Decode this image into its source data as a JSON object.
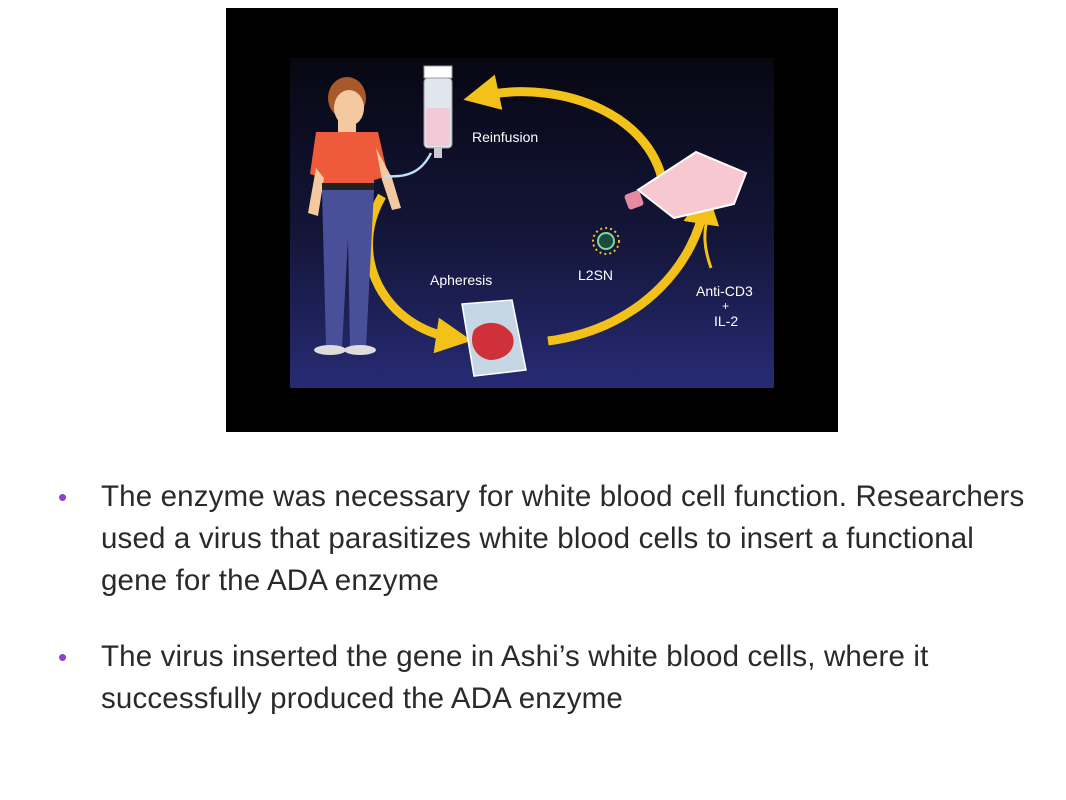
{
  "colors": {
    "bullet": "#8b3fd6",
    "arrow": "#f2c21b",
    "panel_bg": "#1b1d4e",
    "frame": "#000000"
  },
  "figure": {
    "labels": {
      "reinfusion": "Reinfusion",
      "apheresis": "Apheresis",
      "virus": "L2SN",
      "anti_cd3": "Anti-CD3",
      "plus": "+",
      "il2": "IL-2"
    }
  },
  "bullets": [
    {
      "text": "The enzyme was necessary for white blood cell function. Researchers used a virus that parasitizes white blood cells to insert a functional gene for the ADA enzyme"
    },
    {
      "text": "The virus inserted the gene in Ashi’s white blood cells, where it successfully produced the ADA enzyme"
    }
  ],
  "bullet_glyph": "•"
}
